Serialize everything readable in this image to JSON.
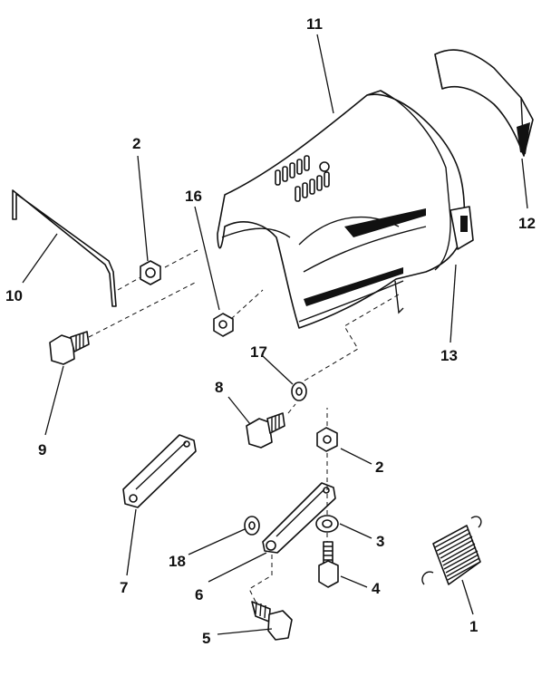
{
  "callouts": {
    "c1": "1",
    "c2a": "2",
    "c2b": "2",
    "c3": "3",
    "c4": "4",
    "c5": "5",
    "c6": "6",
    "c7": "7",
    "c8": "8",
    "c9": "9",
    "c10": "10",
    "c11": "11",
    "c12": "12",
    "c13": "13",
    "c16": "16",
    "c17": "17",
    "c18": "18"
  },
  "colors": {
    "ink": "#111111",
    "paper": "#ffffff"
  }
}
